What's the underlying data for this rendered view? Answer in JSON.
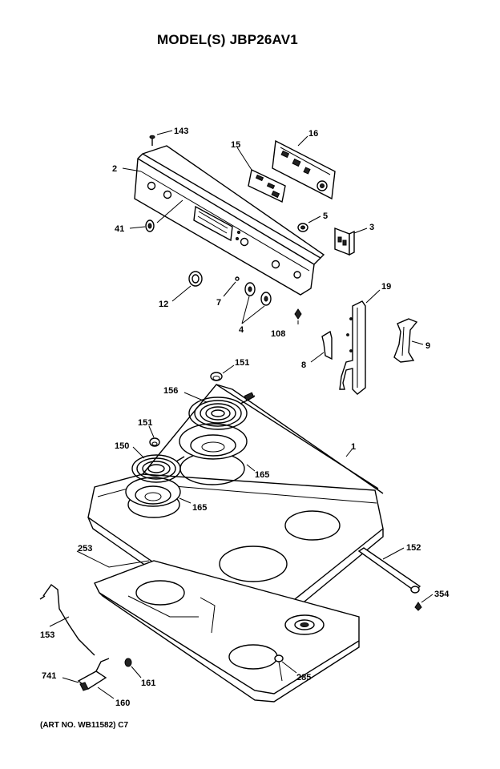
{
  "title": "MODEL(S) JBP26AV1",
  "art_number": "(ART NO. WB11582) C7",
  "callouts": {
    "c143": "143",
    "c16": "16",
    "c15": "15",
    "c2": "2",
    "c5": "5",
    "c3": "3",
    "c41": "41",
    "c12": "12",
    "c7": "7",
    "c4": "4",
    "c108": "108",
    "c19": "19",
    "c8": "8",
    "c9": "9",
    "c151a": "151",
    "c156": "156",
    "c151b": "151",
    "c150": "150",
    "c1": "1",
    "c165a": "165",
    "c165b": "165",
    "c253": "253",
    "c152": "152",
    "c354": "354",
    "c153": "153",
    "c741": "741",
    "c161": "161",
    "c160": "160",
    "c285": "285"
  }
}
